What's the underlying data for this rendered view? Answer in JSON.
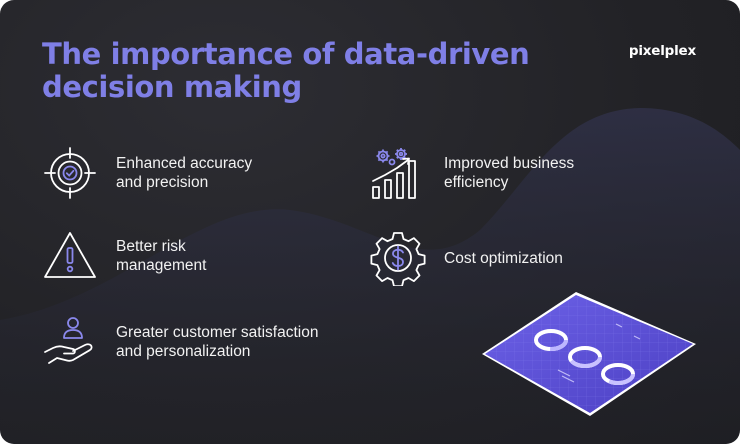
{
  "title": "The importance of data-driven decision making",
  "logo": "pixelplex",
  "colors": {
    "accent": "#7f7fe6",
    "background": "#222226",
    "text": "#ffffff",
    "illustration": "#5a4fd0"
  },
  "items": [
    {
      "label": "Enhanced accuracy\nand precision",
      "icon": "target-check-icon"
    },
    {
      "label": "Improved business\nefficiency",
      "icon": "gears-bar-chart-icon"
    },
    {
      "label": "Better risk\nmanagement",
      "icon": "warning-triangle-icon"
    },
    {
      "label": "Cost optimization",
      "icon": "dollar-gear-icon"
    },
    {
      "label": "Greater customer satisfaction\nand personalization",
      "icon": "hand-user-icon"
    }
  ]
}
